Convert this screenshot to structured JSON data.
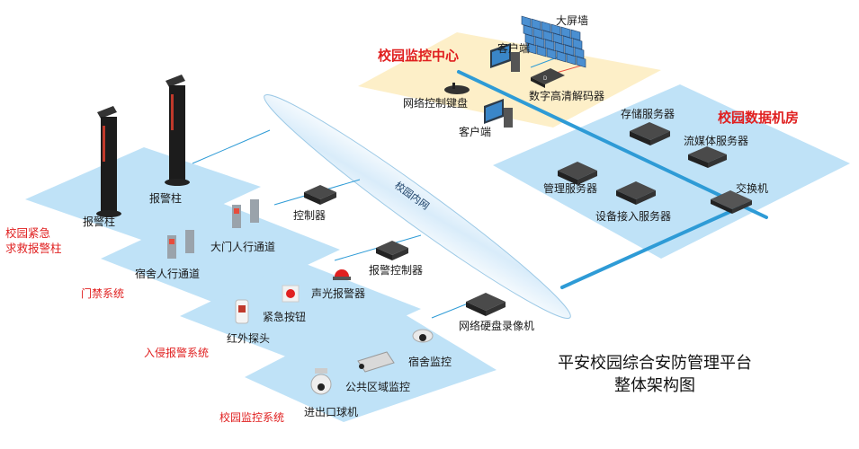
{
  "colors": {
    "zone": "#bfe2f7",
    "center": "#fdefc8",
    "link": "#2e9bd6",
    "device": "#3a3a3a",
    "alarm_red": "#e02020"
  },
  "zones": {
    "monitor_center": "校园监控中心",
    "data_room": "校园数据机房",
    "emergency": "校园紧急\n求救报警柱",
    "access": "门禁系统",
    "intrusion": "入侵报警系统",
    "surveillance": "校园监控系统"
  },
  "network": "校园内网",
  "devices": {
    "video_wall": "大屏墙",
    "client_top": "客户端",
    "decoder": "数字高清解码器",
    "keyboard": "网络控制键盘",
    "client_bottom": "客户端",
    "storage_server": "存储服务器",
    "media_server": "流媒体服务器",
    "mgmt_server": "管理服务器",
    "access_server": "设备接入服务器",
    "switch": "交换机",
    "alarm_pillar_1": "报警柱",
    "alarm_pillar_2": "报警柱",
    "controller": "控制器",
    "gate_main": "大门人行通道",
    "gate_dorm": "宿舍人行通道",
    "alarm_controller": "报警控制器",
    "siren": "声光报警器",
    "panic_button": "紧急按钮",
    "ir_detector": "红外探头",
    "nvr": "网络硬盘录像机",
    "dorm_cam": "宿舍监控",
    "public_cam": "公共区域监控",
    "dome_cam": "进出口球机"
  },
  "title": {
    "line1": "平安校园综合安防管理平台",
    "line2": "整体架构图"
  }
}
